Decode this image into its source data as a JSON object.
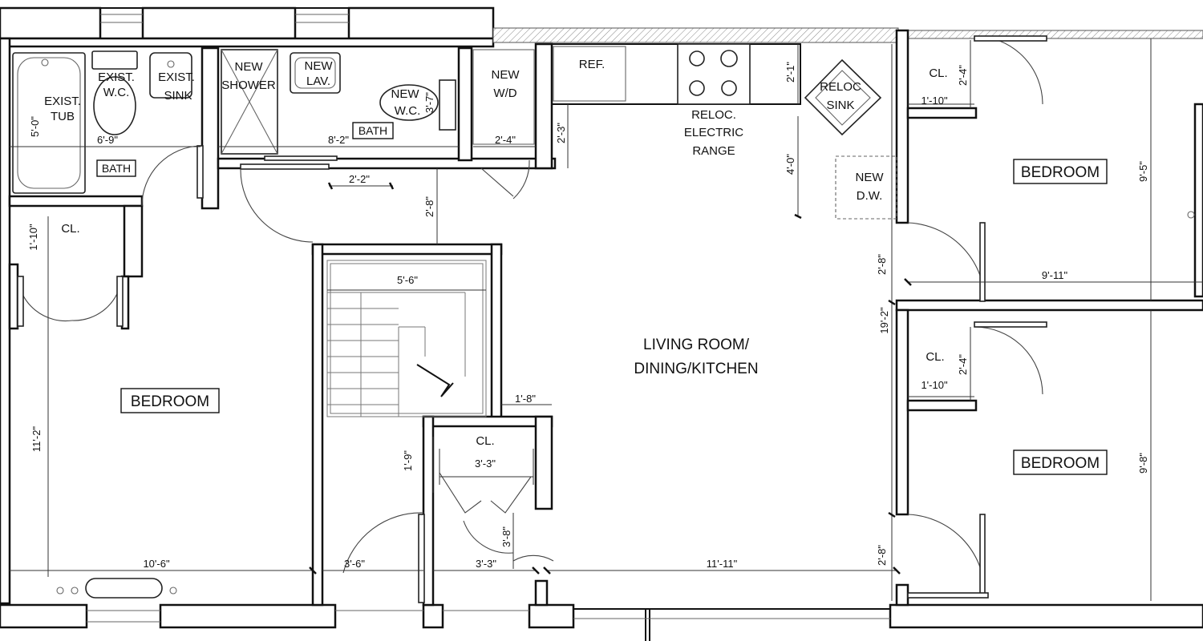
{
  "rooms": {
    "bath_left": "BATH",
    "bath_center": "BATH",
    "bedroom_left": "BEDROOM",
    "bedroom_top_right": "BEDROOM",
    "bedroom_bottom_right": "BEDROOM",
    "living_line1": "LIVING ROOM/",
    "living_line2": "DINING/KITCHEN",
    "closet": "CL."
  },
  "fixtures": {
    "exist_tub": [
      "EXIST.",
      "TUB"
    ],
    "exist_wc": [
      "EXIST.",
      "W.C."
    ],
    "exist_sink": [
      "EXIST.",
      "SINK"
    ],
    "new_shower": [
      "NEW",
      "SHOWER"
    ],
    "new_lav": [
      "NEW",
      "LAV."
    ],
    "new_wc": [
      "NEW",
      "W.C."
    ],
    "new_wd": [
      "NEW",
      "W/D"
    ],
    "ref": "REF.",
    "reloc_range": [
      "RELOC.",
      "ELECTRIC",
      "RANGE"
    ],
    "reloc_sink": [
      "RELOC",
      "SINK"
    ],
    "new_dw": [
      "NEW",
      "D.W."
    ]
  },
  "dimensions": {
    "tub_height": "5'-0\"",
    "bath_left_width": "6'-9\"",
    "bath_center_width": "8'-2\"",
    "wc_depth": "3'-7\"",
    "wd_width": "2'-4\"",
    "hall_depth": "2'-3\"",
    "hall_width": "2'-2\"",
    "hall_to_stair": "2'-8\"",
    "kitchen_counter": "2'-1\"",
    "kitchen_depth": "4'-0\"",
    "closet_left": "1'-10\"",
    "bedroom_left_height": "11'-2\"",
    "bedroom_left_width": "10'-6\"",
    "stair_width": "5'-6\"",
    "stair_offset": "1'-8\"",
    "closet_center_height": "1'-9\"",
    "closet_center_width": "3'-3\"",
    "entry_left": "3'-6\"",
    "entry_center": "3'-3\"",
    "entry_depth": "3'-8\"",
    "living_width": "11'-11\"",
    "living_height": "19'-2\"",
    "door_upper": "2'-8\"",
    "door_lower": "2'-8\"",
    "br_top_closet_w": "1'-10\"",
    "br_top_closet_h": "2'-4\"",
    "br_top_height": "9'-5\"",
    "br_width": "9'-11\"",
    "br_bot_closet_w": "1'-10\"",
    "br_bot_closet_h": "2'-4\"",
    "br_bot_height": "9'-8\""
  }
}
